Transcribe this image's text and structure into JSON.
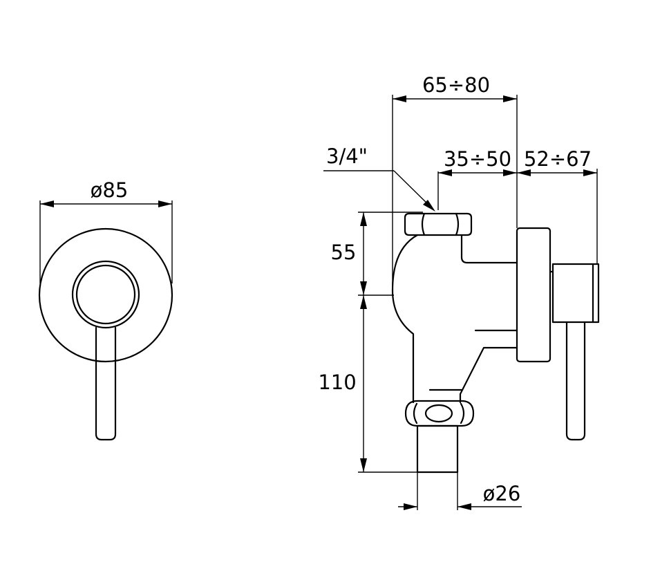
{
  "front_view": {
    "diameter_label": "ø85"
  },
  "side_view": {
    "width_range_label": "65÷80",
    "thread_label": "3/4\"",
    "inner_range_label": "35÷50",
    "outer_range_label": "52÷67",
    "upper_height_label": "55",
    "lower_height_label": "110",
    "outlet_diameter_label": "ø26"
  },
  "colors": {
    "line": "#000000",
    "background": "#ffffff"
  }
}
